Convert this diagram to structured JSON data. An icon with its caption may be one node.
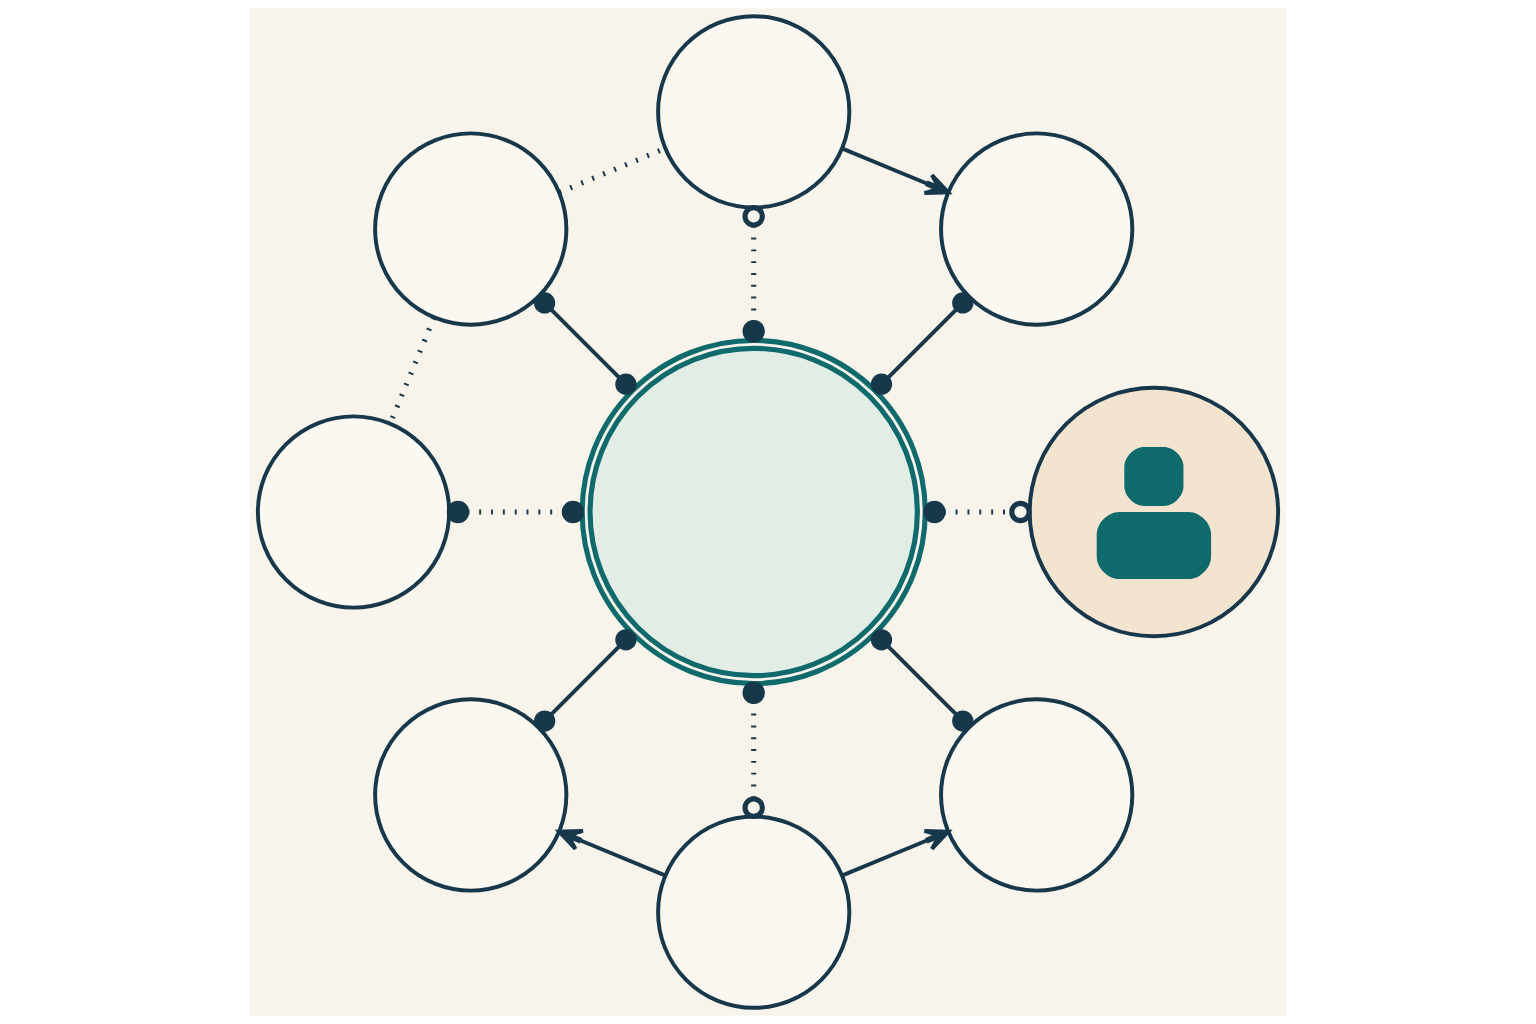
{
  "diagram": {
    "nodes": [
      {
        "text": [],
        "shape": "circle"
      },
      {
        "text": [],
        "shape": "circle"
      },
      {
        "text": [],
        "shape": "circle"
      },
      {
        "text": [],
        "shape": "circle"
      },
      {
        "text": [],
        "shape": "circle"
      },
      {
        "text": [],
        "shape": "person"
      },
      {
        "text": [],
        "shape": "circle"
      },
      {
        "text": [],
        "shape": "circle"
      },
      {
        "text": [],
        "shape": "circle"
      }
    ],
    "edges": [
      {
        "from": 4,
        "to": 0,
        "arrow": "other",
        "style": "dashed"
      },
      {
        "from": 4,
        "to": 2,
        "arrow": "other"
      },
      {
        "from": 4,
        "to": 5,
        "arrow": "other",
        "style": "dashed"
      },
      {
        "from": 4,
        "to": 7,
        "arrow": "other"
      },
      {
        "from": 4,
        "to": 8,
        "arrow": "other",
        "style": "dashed"
      },
      {
        "from": 4,
        "to": 6,
        "arrow": "other"
      },
      {
        "from": 4,
        "to": 3,
        "arrow": "other",
        "style": "dashed"
      },
      {
        "from": 4,
        "to": 1,
        "arrow": "other"
      },
      {
        "from": 0,
        "to": 2,
        "arrow": "to"
      },
      {
        "from": 8,
        "to": 7,
        "arrow": "to"
      },
      {
        "from": 8,
        "to": 6,
        "arrow": "to"
      },
      {
        "from": 1,
        "to": 0,
        "arrow": "none",
        "style": "dashed"
      },
      {
        "from": 1,
        "to": 3,
        "arrow": "none",
        "style": "dashed"
      }
    ]
  }
}
